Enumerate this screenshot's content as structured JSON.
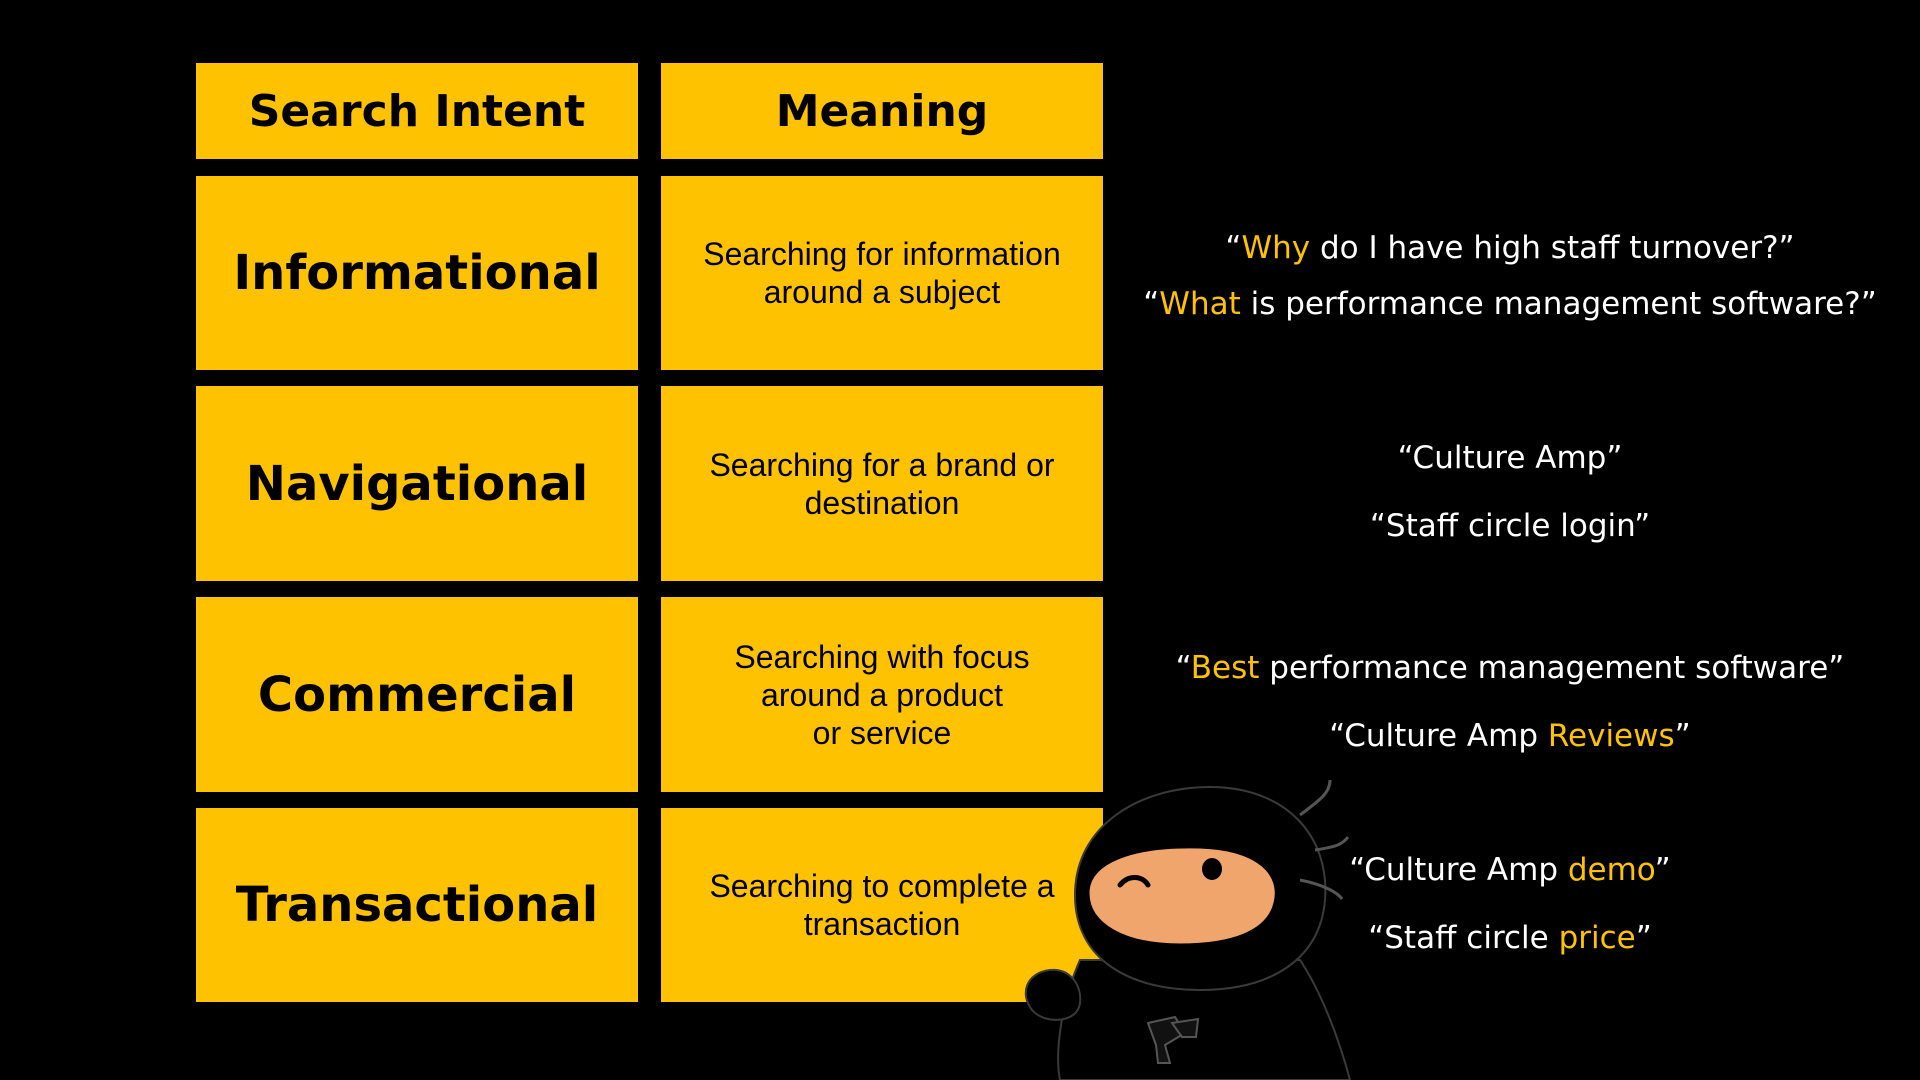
{
  "colors": {
    "background": "#000000",
    "accent": "#FFC200",
    "face": "#F0A56C"
  },
  "table": {
    "headers": [
      "Search Intent",
      "Meaning"
    ],
    "rows": [
      {
        "intent": "Informational",
        "meaning": "Searching for information\naround a subject"
      },
      {
        "intent": "Navigational",
        "meaning": "Searching for a brand or\ndestination"
      },
      {
        "intent": "Commercial",
        "meaning": "Searching with focus\naround a product\nor service"
      },
      {
        "intent": "Transactional",
        "meaning": "Searching to complete a\ntransaction"
      }
    ]
  },
  "examples": {
    "informational": [
      {
        "open": "“",
        "highlight": "Why",
        "rest": " do I have high staff turnover?”"
      },
      {
        "open": "“",
        "highlight": "What",
        "rest": " is performance management software?”"
      }
    ],
    "navigational": [
      "“Culture Amp”",
      "“Staff circle login”"
    ],
    "commercial": [
      {
        "open": "“",
        "highlight": "Best",
        "rest": " performance management software”"
      },
      {
        "prefix": "“Culture Amp ",
        "highlight": "Reviews",
        "suffix": "”"
      }
    ],
    "transactional": [
      {
        "prefix": "“Culture Amp ",
        "highlight": "demo",
        "suffix": "”"
      },
      {
        "prefix": "“Staff circle ",
        "highlight": "price",
        "suffix": "”"
      }
    ]
  },
  "mascot": {
    "icon": "ninja-mascot-icon"
  }
}
